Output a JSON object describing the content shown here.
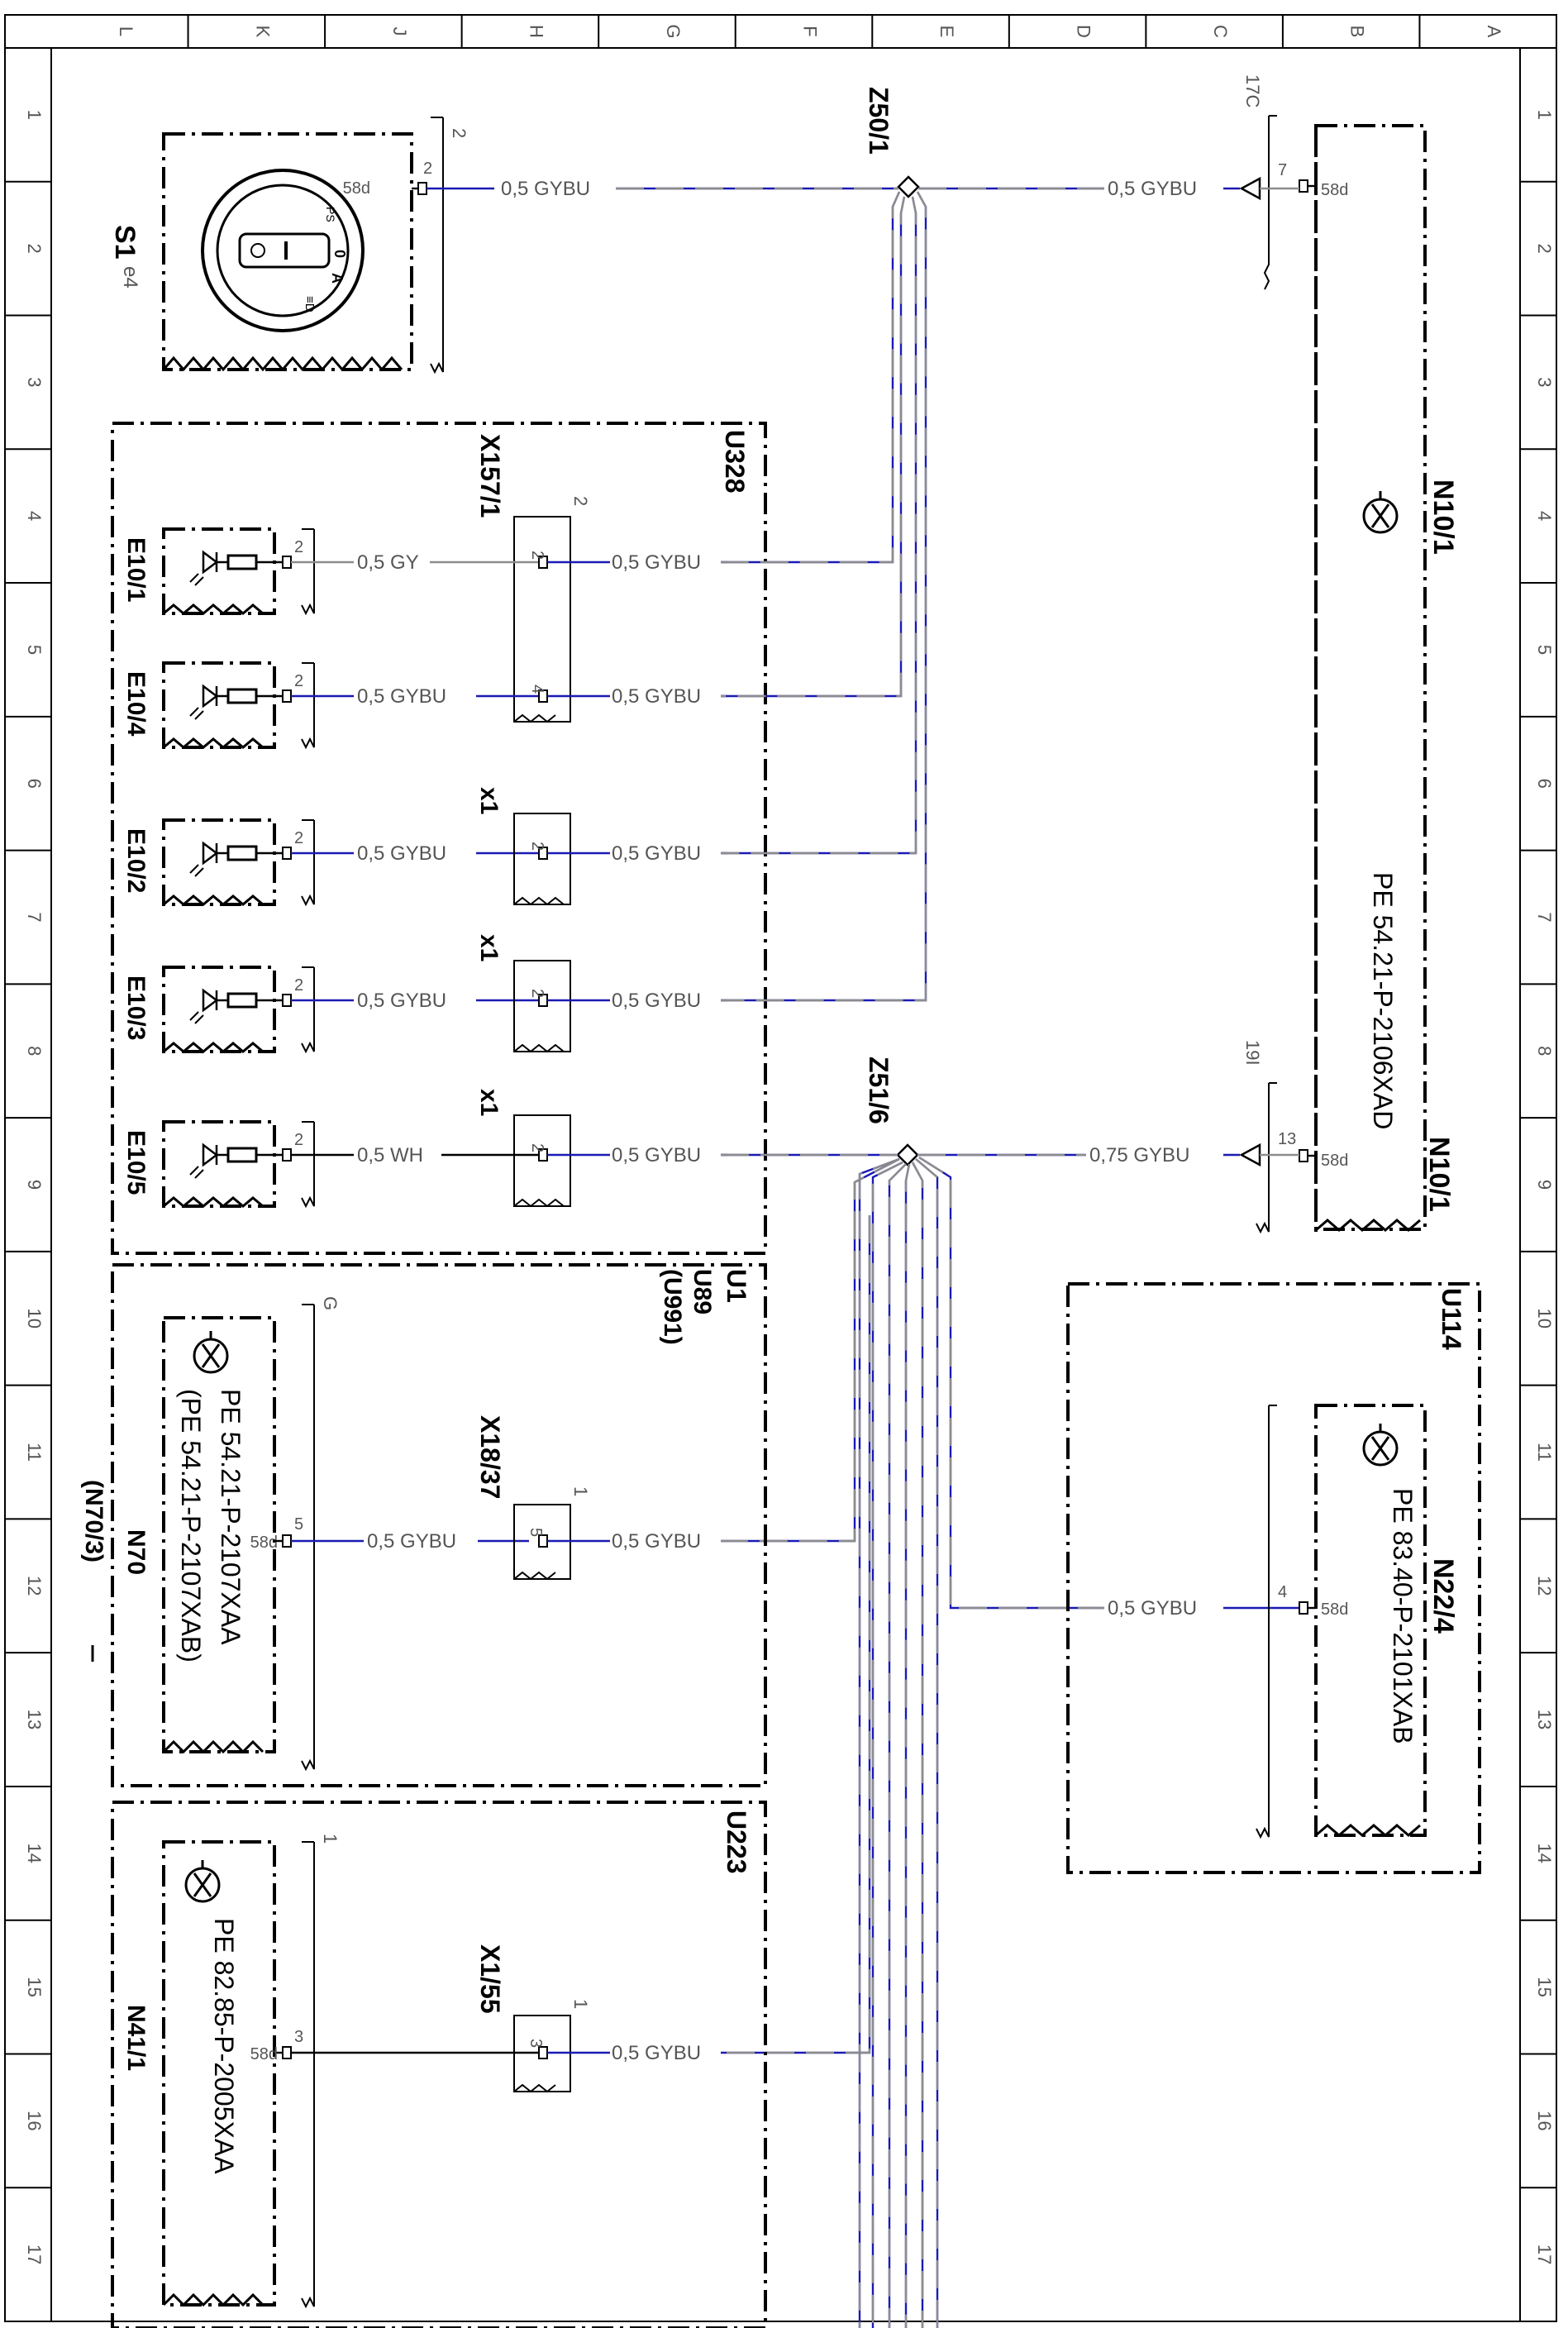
{
  "frame": {
    "top_letters": [
      "L",
      "K",
      "J",
      "H",
      "G",
      "F",
      "E",
      "D",
      "C",
      "B",
      "A"
    ],
    "side_numbers": [
      "1",
      "2",
      "3",
      "4",
      "5",
      "6",
      "7",
      "8",
      "9",
      "10",
      "11",
      "12",
      "13",
      "14",
      "15",
      "16",
      "17"
    ]
  },
  "components": {
    "s1": {
      "name": "S1",
      "sub": "e4",
      "pin_label": "58d",
      "pin_num": "2",
      "tab": "2",
      "switch_marks": [
        "PS",
        "0",
        "A",
        "≡D"
      ]
    },
    "n10_1_top": {
      "pin_label": "58d",
      "pin_num": "7",
      "tab": "17C"
    },
    "n10_1_bottom": {
      "pin_label": "58d",
      "pin_num": "13",
      "tab": "19I"
    },
    "n10_1": {
      "name": "N10/1",
      "name_bottom": "N10/1",
      "ref": "PE 54.21-P-2106XAD"
    },
    "u328": {
      "name": "U328"
    },
    "x157_1": {
      "name": "X157/1",
      "tab": "2"
    },
    "lamps": [
      {
        "name": "E10/1",
        "pin": "2",
        "wire_left": "0,5 GY",
        "conn_pin": "2",
        "wire_right": "0,5 GYBU"
      },
      {
        "name": "E10/4",
        "pin": "2",
        "wire_left": "0,5 GYBU",
        "conn_pin": "4",
        "wire_right": "0,5 GYBU"
      },
      {
        "name": "E10/2",
        "pin": "2",
        "wire_left": "0,5 GYBU",
        "conn_pin": "2",
        "wire_right": "0,5 GYBU",
        "conn": "x1"
      },
      {
        "name": "E10/3",
        "pin": "2",
        "wire_left": "0,5 GYBU",
        "conn_pin": "2",
        "wire_right": "0,5 GYBU",
        "conn": "x1"
      },
      {
        "name": "E10/5",
        "pin": "2",
        "wire_left": "0,5 WH",
        "conn_pin": "2",
        "wire_right": "0,5 GYBU",
        "conn": "x1"
      }
    ],
    "splices": [
      {
        "name": "Z50/1"
      },
      {
        "name": "Z51/6"
      }
    ],
    "wires": {
      "s1_to_z50": "0,5 GYBU",
      "z50_to_n10": "0,5 GYBU",
      "z51_to_n10": "0,75 GYBU",
      "z51_to_n22": "0,5 GYBU",
      "x18_to_z51": "0,5 GYBU",
      "n70_to_x18": "0,5 GYBU",
      "x155_to_z51": "0,5 GYBU"
    },
    "u1": {
      "names": [
        "U1",
        "U89",
        "(U991)"
      ]
    },
    "n70": {
      "name": "N70",
      "alt": "(N70/3)",
      "pin_label": "58d",
      "pin_num": "5",
      "tab": "G",
      "ref1": "PE 54.21-P-2107XAA",
      "ref2": "(PE 54.21-P-2107XAB)"
    },
    "x18_37": {
      "name": "X18/37",
      "pin": "5",
      "tab": "1"
    },
    "u114": {
      "name": "U114"
    },
    "n22_4": {
      "name": "N22/4",
      "pin_label": "58d",
      "pin_num": "4",
      "ref": "PE 83.40-P-2101XAB"
    },
    "u223": {
      "name": "U223"
    },
    "x1_55": {
      "name": "X1/55",
      "pin": "3",
      "tab": "1"
    },
    "n41_1": {
      "name": "N41/1",
      "pin_label": "58d",
      "pin_num": "3",
      "tab": "1",
      "ref": "PE 82.85-P-2005XAA"
    }
  },
  "colors": {
    "wire_blue": "#1a1ab4",
    "wire_grey": "#8c8c8c",
    "ink": "#000000",
    "label_grey": "#555555"
  }
}
